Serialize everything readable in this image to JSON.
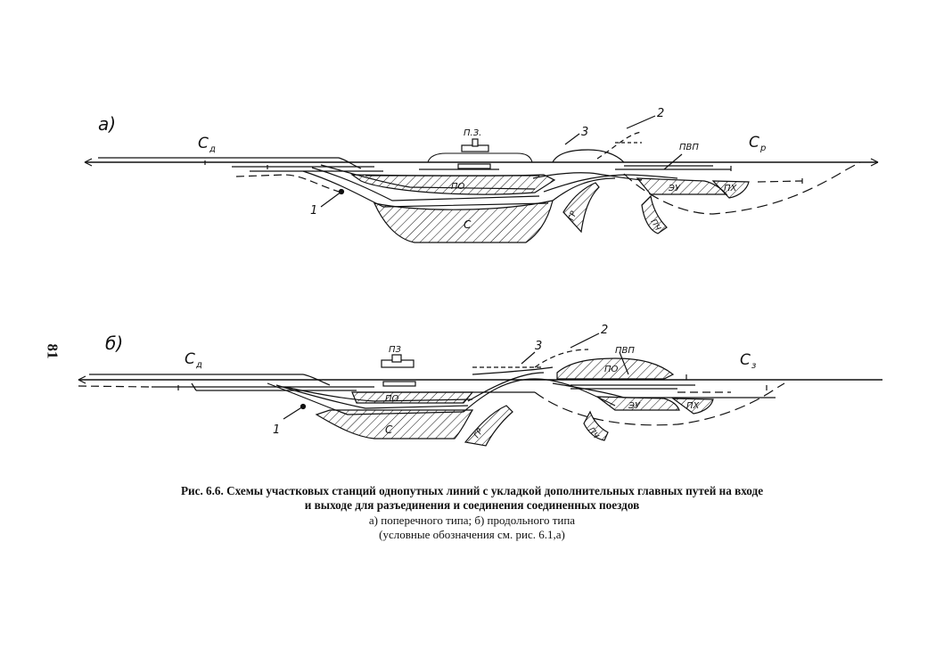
{
  "scheme_a": {
    "panel_label": "а)",
    "labels": {
      "cd": "С",
      "cd_sub": "д",
      "cr": "С",
      "cr_sub": "р",
      "pz": "П.З.",
      "po": "ПО",
      "c": "С",
      "gr": "ГР",
      "pch": "ПЧ",
      "pvp": "ПВП",
      "eu": "ЭУ",
      "px": "ПХ",
      "n1": "1",
      "n2": "2",
      "n3": "3"
    }
  },
  "scheme_b": {
    "panel_label": "б)",
    "labels": {
      "cd": "С",
      "cd_sub": "д",
      "cz": "С",
      "cz_sub": "з",
      "pz": "ПЗ",
      "po": "ПО",
      "po2": "ПО",
      "c": "С",
      "gr": "ГР",
      "pch": "ПЧ",
      "pvp": "ПВП",
      "eu": "ЭУ",
      "px": "ПХ",
      "n1": "1",
      "n2": "2",
      "n3": "3"
    }
  },
  "page_number": "81",
  "caption": {
    "title": "Рис. 6.6. Схемы участковых станций однопутных линий с укладкой дополнительных главных путей на входе",
    "line2": "и выходе для разъединения и соединения соединенных поездов",
    "line3": "а) поперечного типа; б) продольного типа",
    "line4": "(условные обозначения см. рис. 6.1,а)"
  }
}
